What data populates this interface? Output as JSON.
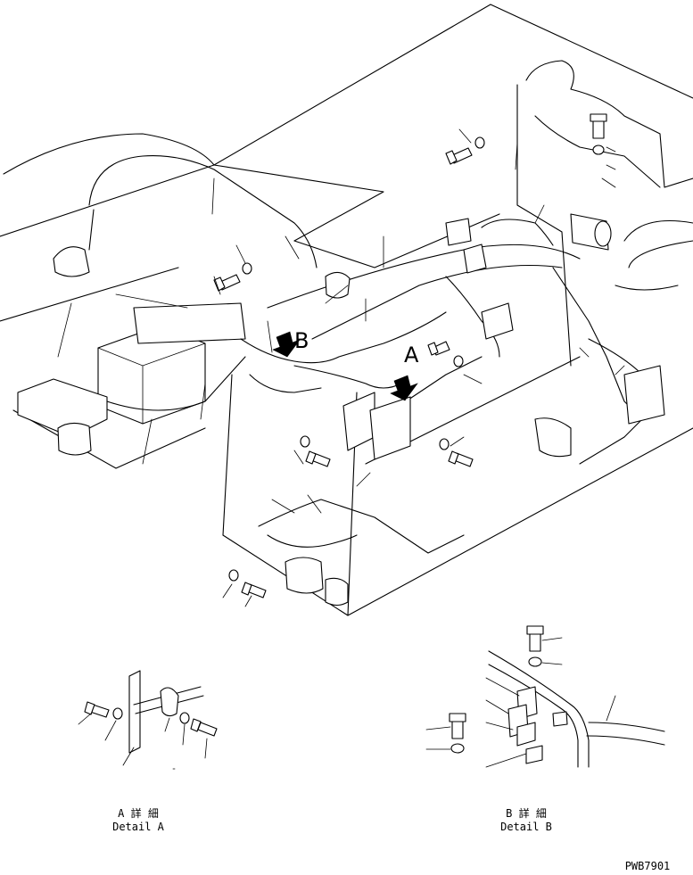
{
  "callouts": {
    "detail_a_marker": "A",
    "detail_b_marker": "B"
  },
  "detail_a": {
    "title_jp": "A 詳 細",
    "title_en": "Detail A"
  },
  "detail_b": {
    "title_jp": "B 詳 細",
    "title_en": "Detail B"
  },
  "drawing_code": "PWB7901",
  "icons": {
    "arrow": "down-arrow-icon",
    "bolt": "bolt-icon",
    "washer": "washer-icon",
    "clamp": "clamp-icon"
  }
}
